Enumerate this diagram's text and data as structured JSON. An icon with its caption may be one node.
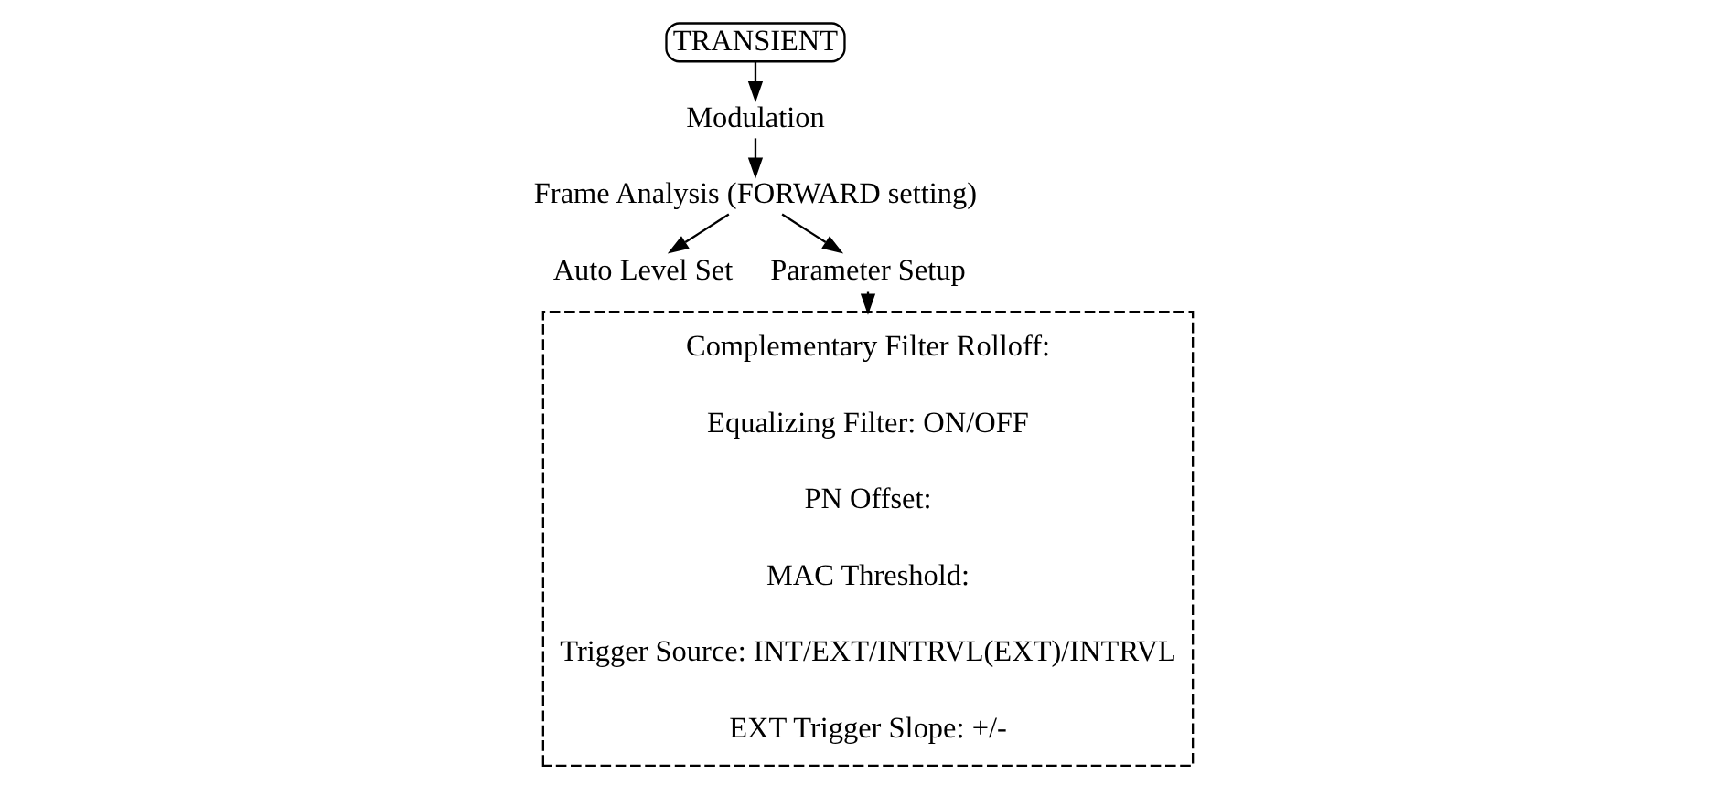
{
  "diagram": {
    "nodes": [
      {
        "text": [
          "TRANSIENT"
        ]
      },
      {
        "text": [
          "Modulation"
        ]
      },
      {
        "text": [
          "Frame Analysis (FORWARD setting)"
        ]
      },
      {
        "text": [
          "Auto Level Set"
        ]
      },
      {
        "text": [
          "Parameter Setup"
        ]
      },
      {
        "text": [],
        "shape": "box"
      },
      {
        "text": [
          "Complementary Filter Rolloff:"
        ],
        "in": 5
      },
      {
        "text": [
          "Equalizing Filter: ON/OFF"
        ],
        "in": 5
      },
      {
        "text": [
          "PN Offset:"
        ],
        "in": 5
      },
      {
        "text": [
          "MAC Threshold:"
        ],
        "in": 5
      },
      {
        "text": [
          "Trigger Source: INT/EXT/INTRVL(EXT)/INTRVL"
        ],
        "in": 5
      },
      {
        "text": [
          "EXT Trigger Slope: +/-"
        ],
        "in": 5
      }
    ],
    "edges": [
      {
        "from": 0,
        "to": 1,
        "arrow": "to"
      },
      {
        "from": 1,
        "to": 2,
        "arrow": "to"
      },
      {
        "from": 2,
        "to": 3,
        "arrow": "to"
      },
      {
        "from": 2,
        "to": 4,
        "arrow": "to"
      },
      {
        "from": 4,
        "to": 5,
        "arrow": "to"
      }
    ]
  }
}
